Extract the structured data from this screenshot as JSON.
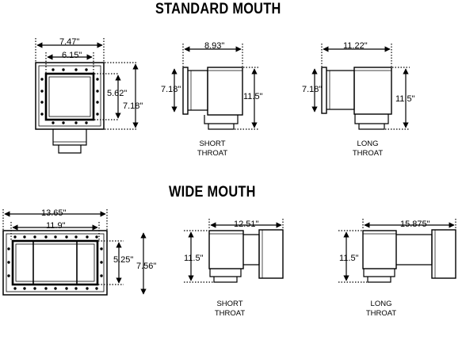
{
  "headings": {
    "standard": "STANDARD MOUTH",
    "wide": "WIDE MOUTH"
  },
  "standard_mouth": {
    "front_view": {
      "outer_width": "7.47\"",
      "inner_width": "6.15\"",
      "inner_height": "5.62\"",
      "outer_height": "7.18\""
    },
    "short_throat": {
      "depth": "8.93\"",
      "face_height": "7.18\"",
      "body_height": "11.5\"",
      "label_line1": "SHORT",
      "label_line2": "THROAT"
    },
    "long_throat": {
      "depth": "11.22\"",
      "face_height": "7.18\"",
      "body_height": "11.5\"",
      "label_line1": "LONG",
      "label_line2": "THROAT"
    }
  },
  "wide_mouth": {
    "front_view": {
      "outer_width": "13.65\"",
      "inner_width": "11.9\"",
      "inner_height": "5.25\"",
      "outer_height": "7.56\""
    },
    "short_throat": {
      "depth": "12.51\"",
      "body_height": "11.5\"",
      "label_line1": "SHORT",
      "label_line2": "THROAT"
    },
    "long_throat": {
      "depth": "15.875\"",
      "body_height": "11.5\"",
      "label_line1": "LONG",
      "label_line2": "THROAT"
    }
  }
}
